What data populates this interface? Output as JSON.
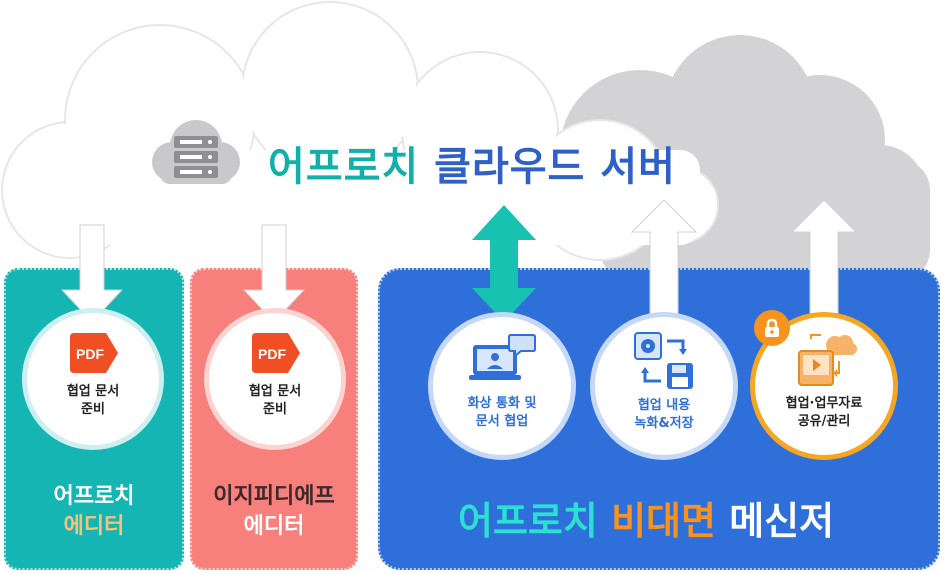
{
  "server": {
    "title_part1": "어프로치",
    "title_part2": "클라우드 서버",
    "icon": "cloud-server-icon"
  },
  "panels": [
    {
      "id": "approach-editor",
      "color": "#14b5b2",
      "icon": "pdf-icon",
      "pdf_label": "PDF",
      "circle_text": [
        "협업 문서",
        "준비"
      ],
      "title_line1": "어프로치",
      "title_line2": "에디터"
    },
    {
      "id": "easypdf-editor",
      "color": "#f77f7c",
      "icon": "pdf-icon",
      "pdf_label": "PDF",
      "circle_text": [
        "협업 문서",
        "준비"
      ],
      "title_line1": "이지피디에프",
      "title_line2": "에디터"
    }
  ],
  "messenger": {
    "color": "#2f6fd9",
    "title_part1": "어프로치",
    "title_part2": "비대면",
    "title_part3": "메신저",
    "features": [
      {
        "icon": "video-call-icon",
        "text": [
          "화상 통화 및",
          "문서 협업"
        ]
      },
      {
        "icon": "record-save-icon",
        "text": [
          "협업 내용",
          "녹화&저장"
        ]
      },
      {
        "icon": "file-share-icon",
        "text": [
          "협업·업무자료",
          "공유/관리"
        ],
        "badge_icon": "lock-icon"
      }
    ]
  },
  "colors": {
    "teal": "#12b0a8",
    "blue": "#2f60c8",
    "orange": "#f5931d",
    "light_orange": "#f7b26a",
    "cloud_gray": "#cfcfd2"
  }
}
